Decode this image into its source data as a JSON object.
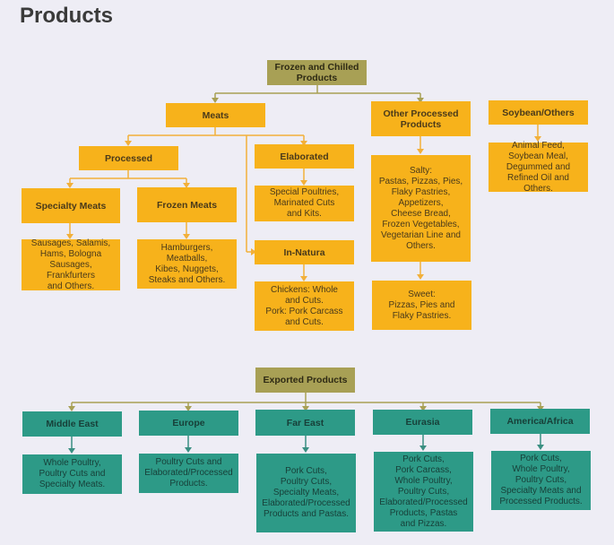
{
  "page": {
    "title": "Products"
  },
  "frozen": {
    "root": "Frozen and Chilled\nProducts",
    "meats": "Meats",
    "processed": "Processed",
    "specialty_meats": "Specialty Meats",
    "specialty_meats_items": "Sausages, Salamis,\nHams, Bologna\nSausages, Frankfurters\nand Others.",
    "frozen_meats": "Frozen Meats",
    "frozen_meats_items": "Hamburgers,\nMeatballs,\nKibes, Nuggets,\nSteaks and Others.",
    "elaborated": "Elaborated",
    "elaborated_items": "Special Poultries,\nMarinated Cuts\nand Kits.",
    "in_natura": "In-Natura",
    "in_natura_items": "Chickens: Whole\nand Cuts.\nPork: Pork Carcass\nand Cuts.",
    "other_processed": "Other Processed\nProducts",
    "salty_items": "Salty:\nPastas, Pizzas, Pies,\nFlaky Pastries,\nAppetizers,\nCheese Bread,\nFrozen Vegetables,\nVegetarian Line and\nOthers.",
    "sweet_items": "Sweet:\nPizzas, Pies and\nFlaky Pastries.",
    "soybean": "Soybean/Others",
    "soybean_items": "Animal Feed,\nSoybean Meal,\nDegummed and\nRefined Oil and Others."
  },
  "exported": {
    "root": "Exported Products",
    "regions": [
      {
        "name": "Middle East",
        "items": "Whole Poultry,\nPoultry Cuts and\nSpecialty Meats."
      },
      {
        "name": "Europe",
        "items": "Poultry Cuts and\nElaborated/Processed\nProducts."
      },
      {
        "name": "Far East",
        "items": "Pork Cuts,\nPoultry Cuts,\nSpecialty Meats,\nElaborated/Processed\nProducts and Pastas."
      },
      {
        "name": "Eurasia",
        "items": "Pork Cuts,\nPork Carcass,\nWhole Poultry,\nPoultry Cuts,\nElaborated/Processed\nProducts, Pastas\nand Pizzas."
      },
      {
        "name": "America/Africa",
        "items": "Pork Cuts,\nWhole Poultry,\nPoultry Cuts,\nSpecialty Meats and\nProcessed Products."
      }
    ]
  },
  "colors": {
    "orange": "#f7b21b",
    "olive": "#a8a055",
    "teal": "#2d9a87",
    "connector_orange": "#f2b03a",
    "connector_olive": "#a8a055",
    "connector_teal": "#3a8f82"
  }
}
